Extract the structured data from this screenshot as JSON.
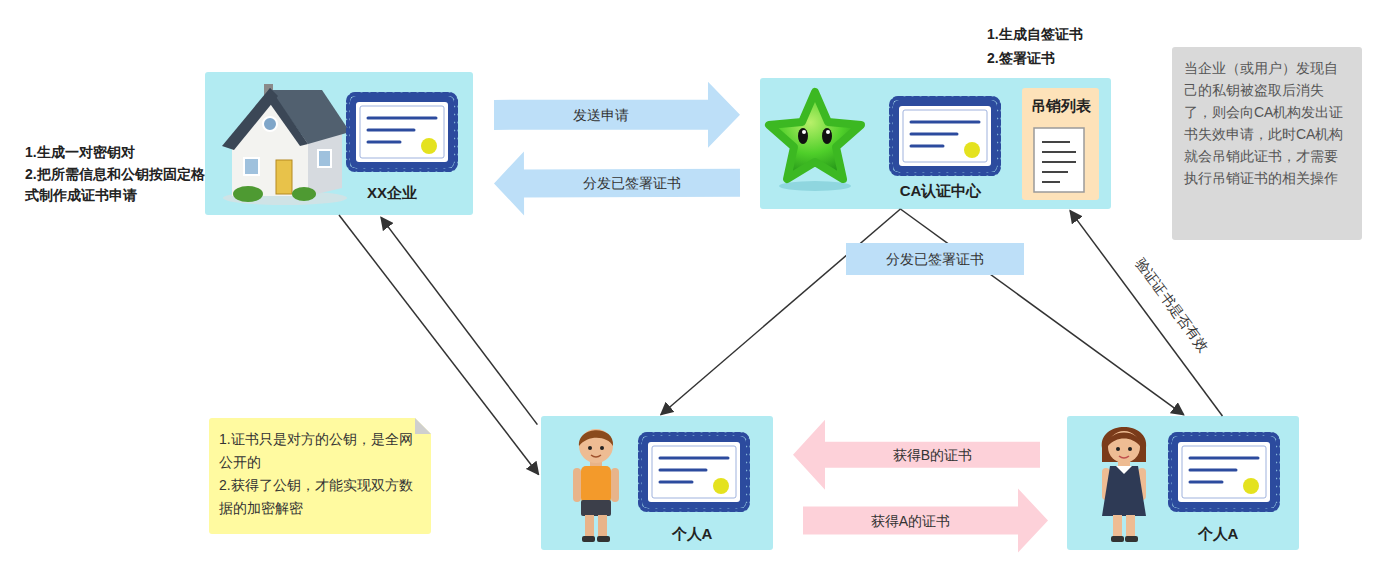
{
  "diagram": {
    "nodes": [
      {
        "text": [
          "XX企业"
        ]
      },
      {
        "text": [
          "CA认证中心"
        ]
      },
      {
        "text": [
          "吊销列表"
        ],
        "in": 1
      },
      {
        "text": [
          "个人A"
        ]
      },
      {
        "text": [
          "个人A"
        ]
      },
      {
        "text": [
          "当企业（或用户）发现自己的私钥被盗取后消失了，则会向CA机构发出证书失效申请，此时CA机构就会吊销此证书，才需要执行吊销证书的相关操作"
        ]
      },
      {
        "text": [
          "1.证书只是对方的公钥，是全网公开的",
          "2.获得了公钥，才能实现双方数据的加密解密"
        ]
      }
    ],
    "edges": [
      {
        "from": 0,
        "to": 1,
        "arrow": "to",
        "label": "发送申请"
      },
      {
        "from": 1,
        "to": 0,
        "arrow": "to",
        "label": "分发已签署证书"
      },
      {
        "from": 1,
        "to": 3,
        "arrow": "to",
        "label": "分发已签署证书"
      },
      {
        "from": 1,
        "to": 4,
        "arrow": "to"
      },
      {
        "from": 0,
        "to": 3,
        "arrow": "to"
      },
      {
        "from": 3,
        "to": 0,
        "arrow": "to"
      },
      {
        "from": 4,
        "to": 1,
        "arrow": "to",
        "label": "验证证书是否有效"
      },
      {
        "from": 4,
        "to": 3,
        "arrow": "to",
        "label": "获得B的证书"
      },
      {
        "from": 3,
        "to": 4,
        "arrow": "to",
        "label": "获得A的证书"
      }
    ],
    "labels": [
      "1.生成一对密钥对",
      "2.把所需信息和公钥按固定格式制作成证书申请",
      "1.生成自签证书",
      "2.签署证书"
    ]
  }
}
